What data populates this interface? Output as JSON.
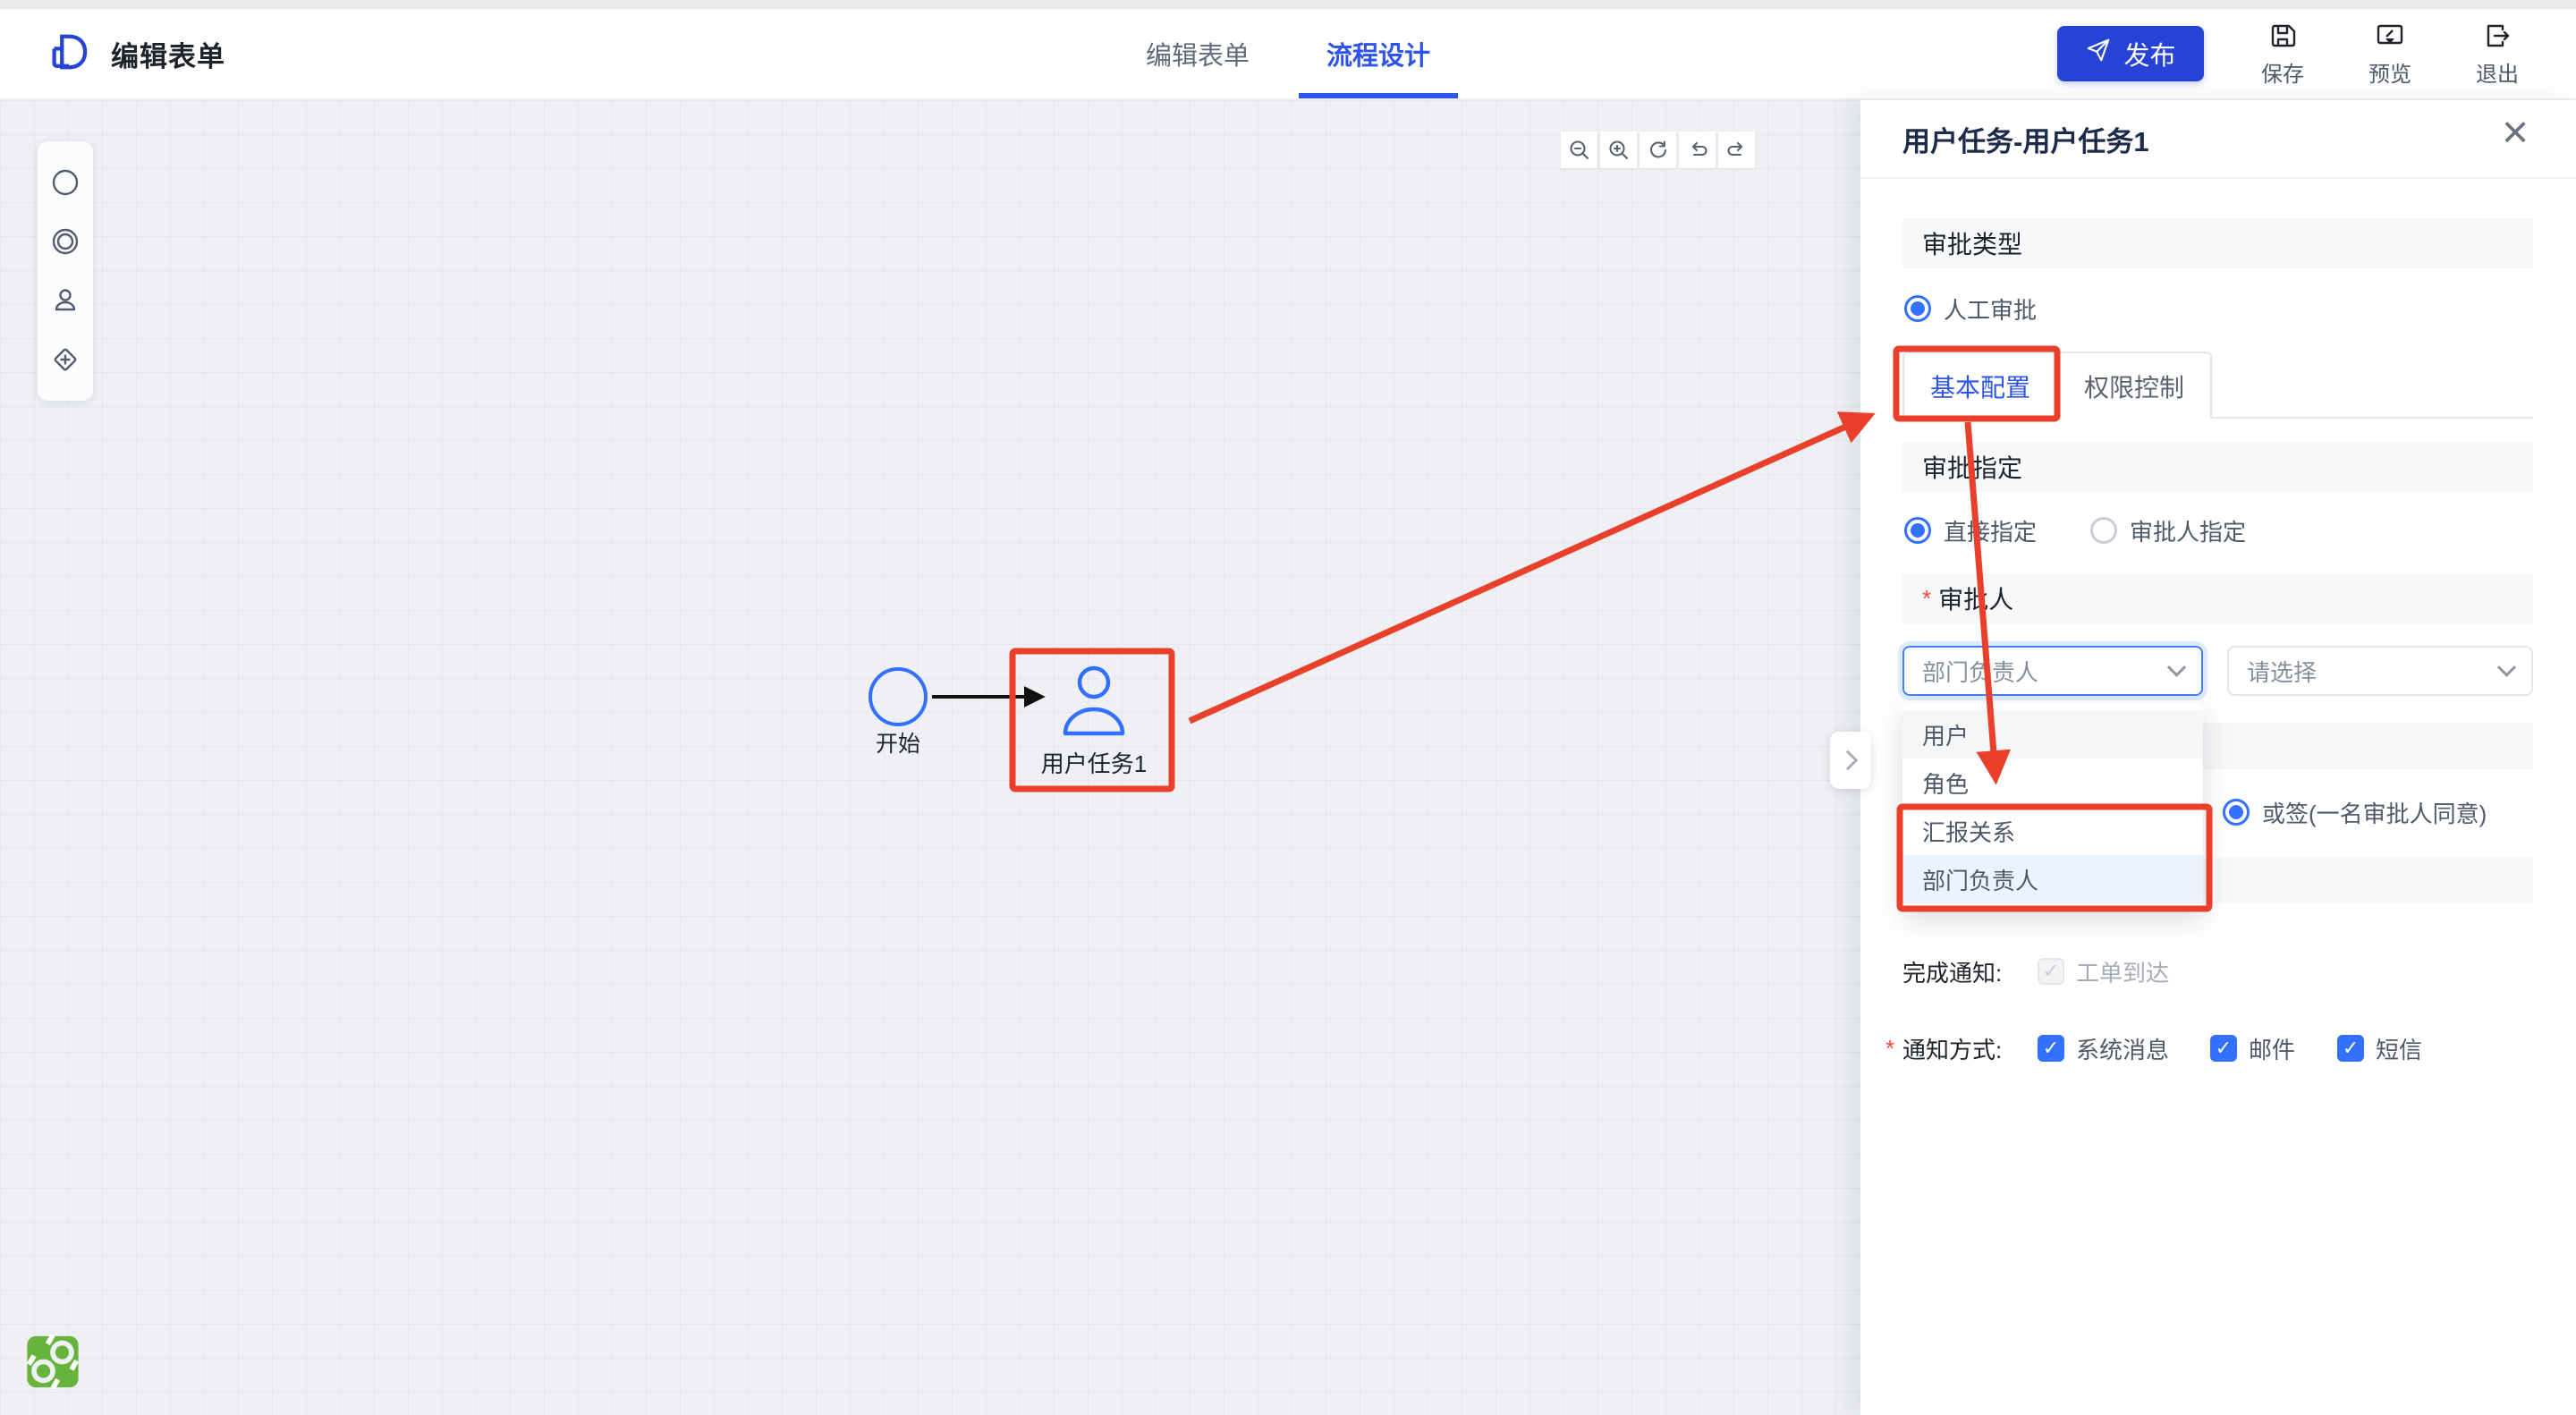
{
  "topbar": {
    "title": "编辑表单",
    "tabs": [
      {
        "label": "编辑表单",
        "active": false
      },
      {
        "label": "流程设计",
        "active": true
      }
    ],
    "publish_label": "发布",
    "actions": [
      {
        "label": "保存"
      },
      {
        "label": "预览"
      },
      {
        "label": "退出"
      }
    ]
  },
  "canvas": {
    "nodes": {
      "start_label": "开始",
      "task_label": "用户任务1"
    }
  },
  "panel": {
    "title": "用户任务-用户任务1",
    "required_mark": "*",
    "approval_type": {
      "header": "审批类型",
      "option_label": "人工审批"
    },
    "tabs": [
      {
        "label": "基本配置",
        "active": true
      },
      {
        "label": "权限控制",
        "active": false
      }
    ],
    "assign": {
      "header": "审批指定",
      "option1": "直接指定",
      "option2": "审批人指定"
    },
    "approver": {
      "header": "审批人",
      "type_value": "部门负责人",
      "value_placeholder": "请选择",
      "options": [
        "用户",
        "角色",
        "汇报关系",
        "部门负责人"
      ],
      "selected_option": "部门负责人",
      "countersign_label": "或签(一名审批人同意)"
    },
    "notify": {
      "complete_label": "完成通知:",
      "complete_option": "工单到达",
      "method_label": "通知方式:",
      "methods": [
        "系统消息",
        "邮件",
        "短信"
      ]
    }
  },
  "colors": {
    "accent": "#3370ff",
    "tab_active": "#2f54eb",
    "publish_blue": "#2743d6",
    "annotation_red": "#e8402b",
    "bpmn_green": "#67b33b"
  }
}
